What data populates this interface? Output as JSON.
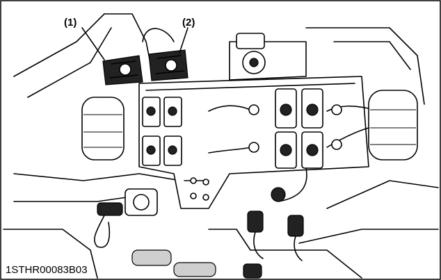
{
  "figure": {
    "callouts": [
      {
        "label": "(1)"
      },
      {
        "label": "(2)"
      }
    ],
    "figure_id": "1STHR00083B03",
    "colors": {
      "line": "#000000",
      "background": "#ffffff",
      "shade": "#222222"
    }
  }
}
